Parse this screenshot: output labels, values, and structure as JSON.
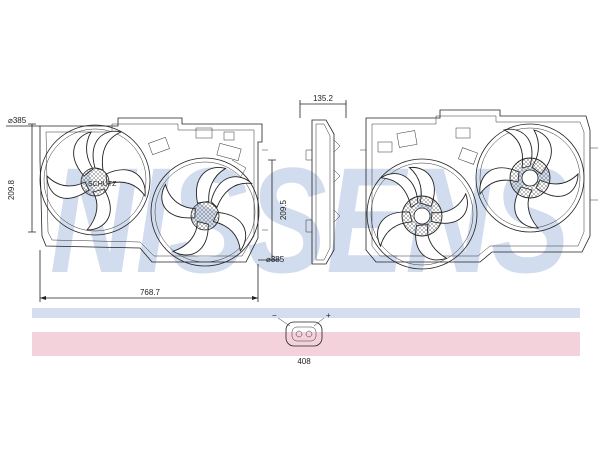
{
  "watermark": {
    "text": "NISSENS",
    "color": "#c9d6ec"
  },
  "colors": {
    "band_blue": "#d4def0",
    "band_pink": "#f3d2dc",
    "ink": "#222222"
  },
  "front_view": {
    "dim_diameter_left": "⌀385",
    "dim_height_left": "209.8",
    "dim_height_right": "209.5",
    "dim_diameter_right": "⌀385",
    "dim_width": "768.7"
  },
  "side_view": {
    "dim_depth": "135.2"
  },
  "connector": {
    "minus_label": "−",
    "plus_label": "+",
    "part_number": "408"
  }
}
